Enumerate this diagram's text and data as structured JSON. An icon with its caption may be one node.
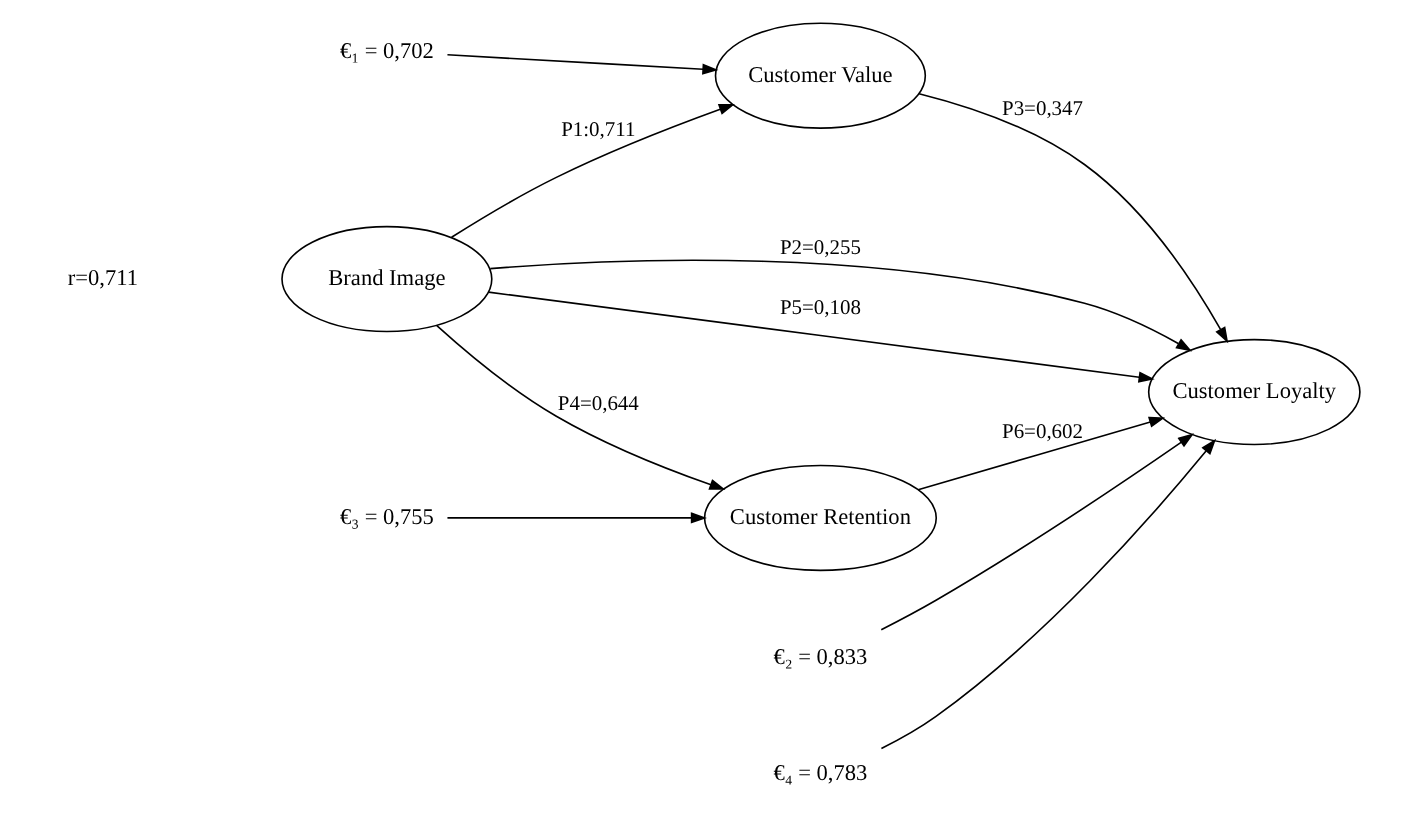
{
  "diagram": {
    "nodes": [
      {
        "text": [
          "Customer Value"
        ]
      },
      {
        "text": [
          "Brand Image"
        ]
      },
      {
        "text": [
          "Customer Loyalty"
        ]
      },
      {
        "text": [
          "Customer Retention"
        ]
      },
      {
        "text": [
          "€₁ = 0,702"
        ]
      },
      {
        "text": [
          "€₂ = 0,833"
        ]
      },
      {
        "text": [
          "€₄ = 0,783"
        ]
      },
      {
        "text": [
          "€₃ = 0,755"
        ]
      }
    ],
    "edges": [
      {
        "from": 1,
        "to": 0,
        "arrow": "to",
        "label": "P1:0,711"
      },
      {
        "from": 1,
        "to": 2,
        "arrow": "to",
        "label": "P2=0,255"
      },
      {
        "from": 0,
        "to": 2,
        "arrow": "to",
        "label": "P3=0,347"
      },
      {
        "from": 1,
        "to": 3,
        "arrow": "to",
        "label": "P4=0,644"
      },
      {
        "from": 1,
        "to": 2,
        "arrow": "to",
        "label": "P5=0,108"
      },
      {
        "from": 3,
        "to": 2,
        "arrow": "to",
        "label": "P6=0,602"
      },
      {
        "from": 4,
        "to": 0,
        "arrow": "to"
      },
      {
        "from": 5,
        "to": 2,
        "arrow": "to"
      },
      {
        "from": 6,
        "to": 2,
        "arrow": "to"
      },
      {
        "from": 7,
        "to": 3,
        "arrow": "to"
      }
    ],
    "labels": [
      "r=0,711"
    ]
  }
}
